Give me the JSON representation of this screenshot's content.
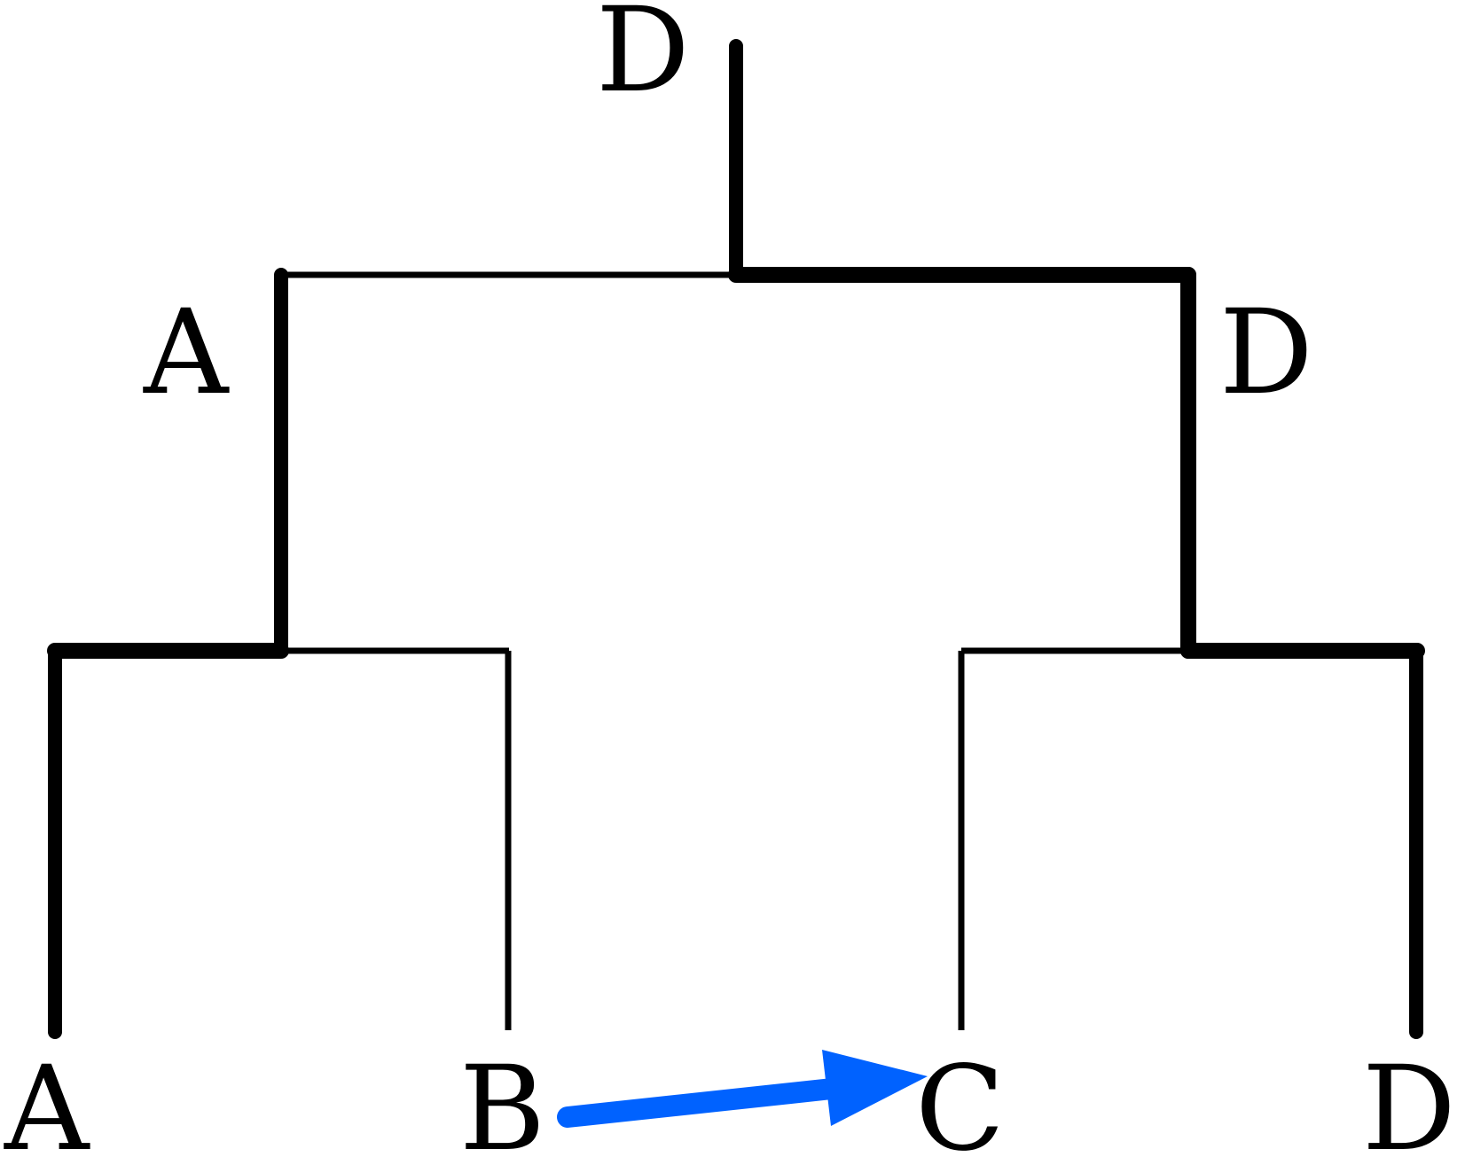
{
  "diagram": {
    "root": {
      "label": "D"
    },
    "internal": [
      {
        "id": "left",
        "label": "A"
      },
      {
        "id": "right",
        "label": "D"
      }
    ],
    "leaves": [
      {
        "id": "a",
        "label": "A"
      },
      {
        "id": "b",
        "label": "B"
      },
      {
        "id": "c",
        "label": "C"
      },
      {
        "id": "d",
        "label": "D"
      }
    ],
    "arrow": {
      "from": "B",
      "to": "C",
      "color": "#0062ff"
    },
    "line_color": "#000000"
  }
}
